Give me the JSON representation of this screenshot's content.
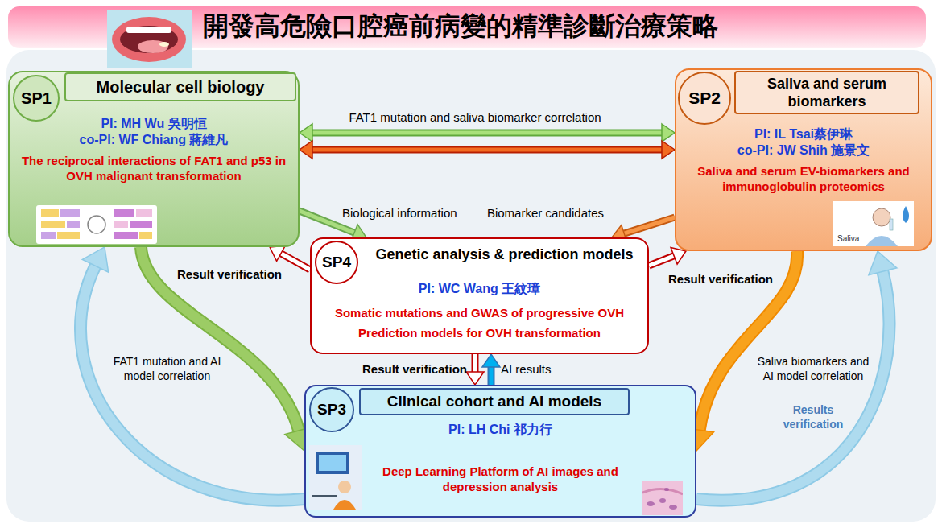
{
  "diagram": {
    "title": "開發高危險口腔癌前病變的精準診斷治療策略",
    "nodes": [
      {
        "text": [
          "PI: MH Wu 吳明恒",
          "co-PI: WF Chiang 蔣維凡",
          "The reciprocal interactions of FAT1 and p53 in OVH malignant transformation"
        ]
      },
      {
        "text": [
          "SP1"
        ],
        "in": 0
      },
      {
        "text": [
          "Molecular cell biology"
        ],
        "in": 0
      },
      {
        "text": [
          "PI: IL Tsai蔡伊琳",
          "co-PI: JW Shih 施景文",
          "Saliva and serum EV-biomarkers and immunoglobulin proteomics"
        ]
      },
      {
        "text": [
          "SP2"
        ],
        "in": 3
      },
      {
        "text": [
          "Saliva and serum biomarkers"
        ],
        "in": 3
      },
      {
        "text": [
          "Genetic analysis & prediction models",
          "PI: WC Wang 王紋璋",
          "Somatic mutations and GWAS of progressive OVH",
          "Prediction models for OVH transformation"
        ]
      },
      {
        "text": [
          "SP4"
        ],
        "in": 6
      },
      {
        "text": [
          "PI: LH Chi 祁力行",
          "Deep Learning Platform of AI images and depression analysis"
        ]
      },
      {
        "text": [
          "SP3"
        ],
        "in": 8
      },
      {
        "text": [
          "Clinical cohort and AI models"
        ],
        "in": 8
      }
    ],
    "edges": [
      {
        "from": 0,
        "to": 3,
        "arrow": "both",
        "label": "FAT1 mutation and saliva biomarker correlation"
      },
      {
        "from": 0,
        "to": 3,
        "arrow": "both"
      },
      {
        "from": 0,
        "to": 6,
        "arrow": "to",
        "label": "Biological information"
      },
      {
        "from": 6,
        "to": 0,
        "arrow": "to",
        "label": "Result verification"
      },
      {
        "from": 3,
        "to": 6,
        "arrow": "to",
        "label": "Biomarker candidates"
      },
      {
        "from": 6,
        "to": 3,
        "arrow": "to",
        "label": "Result verification"
      },
      {
        "from": 6,
        "to": 8,
        "arrow": "to",
        "label": "Result verification"
      },
      {
        "from": 8,
        "to": 6,
        "arrow": "to",
        "label": "AI results"
      },
      {
        "from": 0,
        "to": 8,
        "arrow": "to",
        "label": "FAT1 mutation and AI model correlation"
      },
      {
        "from": 8,
        "to": 0,
        "arrow": "to"
      },
      {
        "from": 3,
        "to": 8,
        "arrow": "to",
        "label": "Saliva biomarkers and AI model correlation"
      },
      {
        "from": 8,
        "to": 3,
        "arrow": "to",
        "label": "Results verification"
      }
    ],
    "labels": [
      "Saliva"
    ]
  }
}
